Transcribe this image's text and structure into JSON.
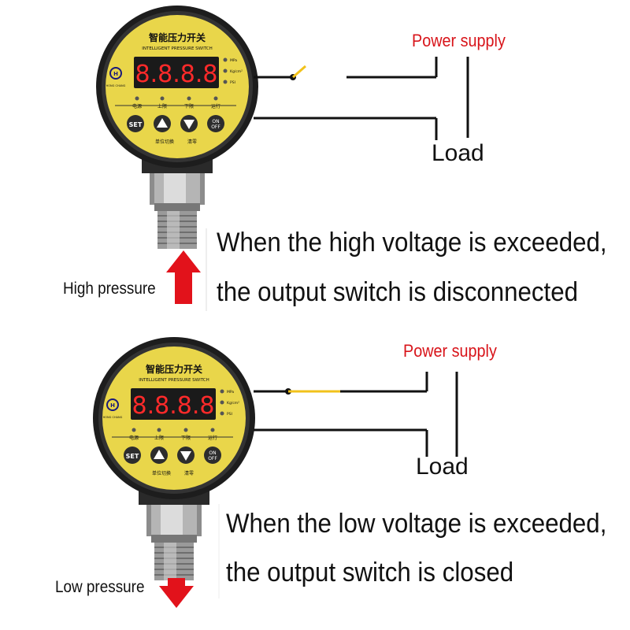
{
  "device": {
    "title_cn": "智能压力开关",
    "title_en": "INTELLIGENT PRESSURE SWITCH",
    "brand": "HONG CHANG",
    "display": "8.8.8.8",
    "units": [
      "MPa",
      "Kg/cm²",
      "PSI"
    ],
    "indicators": [
      "电源",
      "上限",
      "下限",
      "运行"
    ],
    "buttons": {
      "set": "SET",
      "on": "ON",
      "off": "OFF"
    },
    "sub_labels": [
      "单位切换",
      "清零"
    ]
  },
  "colors": {
    "accent_red": "#d8141a",
    "device_yellow": "#e9d64a",
    "wire_yellow": "#f2c21b",
    "led_red": "#ff2a2a"
  },
  "panels": [
    {
      "power_label": "Power supply",
      "load_label": "Load",
      "caption_line1": "When the high voltage is exceeded,",
      "caption_line2": "the output switch is disconnected",
      "pressure_label": "High pressure",
      "switch_state": "open",
      "arrow_direction": "up"
    },
    {
      "power_label": "Power supply",
      "load_label": "Load",
      "caption_line1": "When the low voltage is exceeded,",
      "caption_line2": "the output switch is closed",
      "pressure_label": "Low pressure",
      "switch_state": "closed",
      "arrow_direction": "down"
    }
  ]
}
